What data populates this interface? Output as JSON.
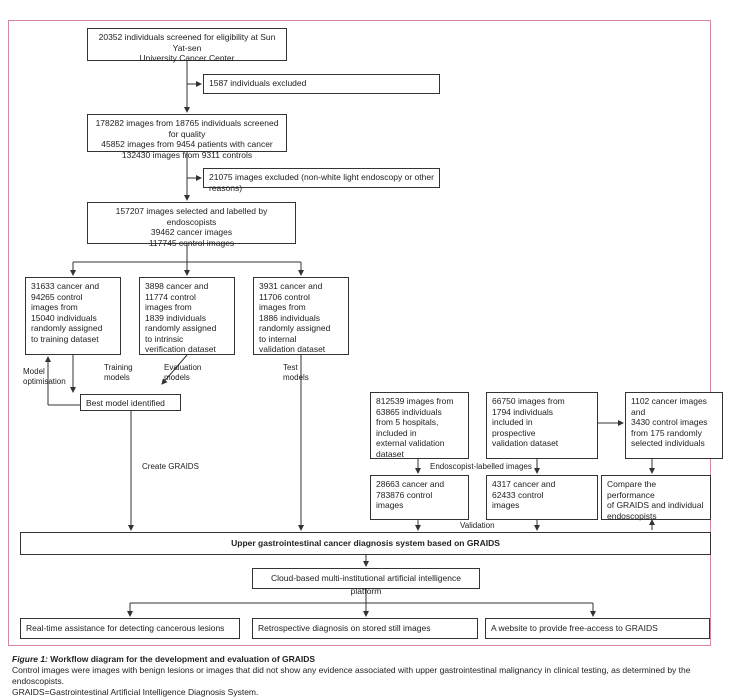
{
  "boxes": {
    "screened": "20352 individuals screened for eligibility at Sun Yat-sen\nUniversity Cancer Center",
    "excluded_individuals": "1587 individuals excluded",
    "quality": "178282 images from 18765 individuals screened for quality\n45852 images from 9454 patients with cancer\n132430 images from 9311 controls",
    "excluded_images": "21075 images excluded (non-white light endoscopy or other reasons)",
    "selected": "157207 images selected and labelled by endoscopists\n39462 cancer images\n117745 control images",
    "training": "31633 cancer and\n94265 control\nimages from\n15040 individuals\nrandomly assigned\nto training dataset",
    "intrinsic": "3898 cancer and\n11774 control\nimages from\n1839 individuals\nrandomly assigned\nto intrinsic\nverification dataset",
    "internal": "3931 cancer and\n11706 control\nimages from\n1886 individuals\nrandomly assigned\nto internal\nvalidation dataset",
    "best_model": "Best model identified",
    "external": "812539 images from\n63865 individuals\nfrom 5 hospitals,\nincluded in\nexternal validation\ndataset",
    "prospective": "66750 images from\n1794 individuals\nincluded in\nprospective\nvalidation dataset",
    "randomly_selected": "1102 cancer images and\n3430 control images\nfrom 175 randomly\nselected individuals",
    "ext_labelled": "28663 cancer and\n783876 control\nimages",
    "pro_labelled": "4317 cancer and\n62433 control\nimages",
    "compare": "Compare the performance\nof GRAIDS and individual\nendoscopists",
    "graids": "Upper gastrointestinal cancer diagnosis system based on GRAIDS",
    "cloud": "Cloud-based multi-institutional artificial intelligence platform",
    "realtime": "Real-time assistance for detecting cancerous lesions",
    "retrospective": "Retrospective diagnosis on stored still images",
    "website": "A website to provide free-access to GRAIDS"
  },
  "labels": {
    "model_optimisation": "Model\noptimisation",
    "training_models": "Training\nmodels",
    "evaluation_models": "Evaluation\nmodels",
    "test_models": "Test\nmodels",
    "create_graids": "Create GRAIDS",
    "endoscopist_labelled": "Endoscopist-labelled images",
    "validation": "Validation"
  },
  "caption": {
    "figure_label": "Figure 1:",
    "title": "Workflow diagram for the development and evaluation of GRAIDS",
    "line1": "Control images were images with benign lesions or images that did not show any evidence associated with upper gastrointestinal malignancy in clinical testing, as determined by the endoscopists.",
    "line2": "GRAIDS=Gastrointestinal Artificial Intelligence Diagnosis System."
  },
  "colors": {
    "frame": "#d4899e",
    "line": "#333333"
  }
}
